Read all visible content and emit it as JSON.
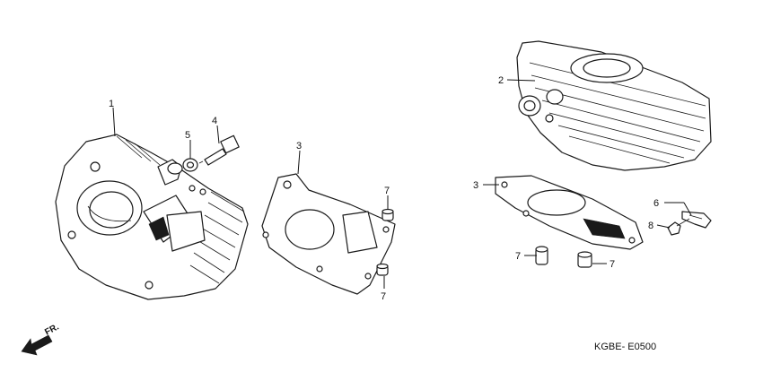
{
  "callouts": {
    "c1": "1",
    "c2": "2",
    "c3_left": "3",
    "c3_right": "3",
    "c4": "4",
    "c5": "5",
    "c6": "6",
    "c7_left_top": "7",
    "c7_left_bottom": "7",
    "c7_right_a": "7",
    "c7_right_b": "7",
    "c8": "8"
  },
  "direction_label": "FR.",
  "diagram_code": "KGBE- E0500"
}
